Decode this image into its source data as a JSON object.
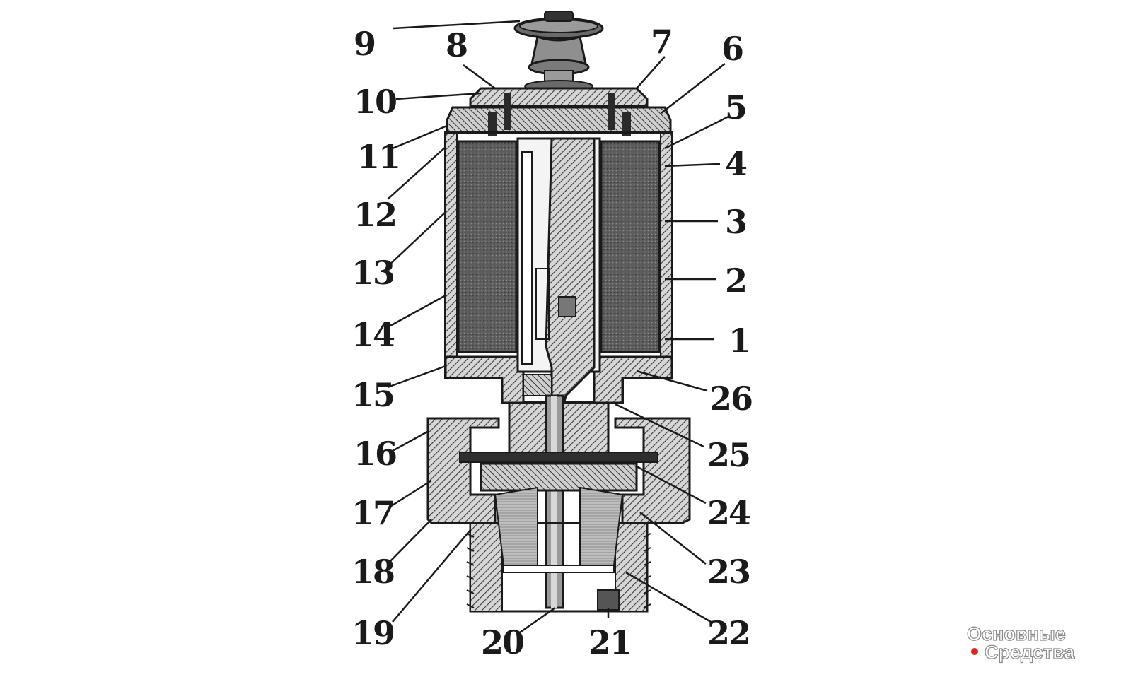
{
  "diagram": {
    "labels": [
      {
        "id": "1",
        "text": "1"
      },
      {
        "id": "2",
        "text": "2"
      },
      {
        "id": "3",
        "text": "3"
      },
      {
        "id": "4",
        "text": "4"
      },
      {
        "id": "5",
        "text": "5"
      },
      {
        "id": "6",
        "text": "6"
      },
      {
        "id": "7",
        "text": "7"
      },
      {
        "id": "8",
        "text": "8"
      },
      {
        "id": "9",
        "text": "9"
      },
      {
        "id": "10",
        "text": "10"
      },
      {
        "id": "11",
        "text": "11"
      },
      {
        "id": "12",
        "text": "12"
      },
      {
        "id": "13",
        "text": "13"
      },
      {
        "id": "14",
        "text": "14"
      },
      {
        "id": "15",
        "text": "15"
      },
      {
        "id": "16",
        "text": "16"
      },
      {
        "id": "17",
        "text": "17"
      },
      {
        "id": "18",
        "text": "18"
      },
      {
        "id": "19",
        "text": "19"
      },
      {
        "id": "20",
        "text": "20"
      },
      {
        "id": "21",
        "text": "21"
      },
      {
        "id": "22",
        "text": "22"
      },
      {
        "id": "23",
        "text": "23"
      },
      {
        "id": "24",
        "text": "24"
      },
      {
        "id": "25",
        "text": "25"
      },
      {
        "id": "26",
        "text": "26"
      }
    ]
  },
  "watermark": {
    "line1": "Основные",
    "line2": "Средства",
    "dot_color": "#e2231a"
  },
  "colors": {
    "ink": "#1a1a1a",
    "fill_dark": "#4a4a4a",
    "fill_mid": "#8c8c8c",
    "background": "#ffffff"
  }
}
